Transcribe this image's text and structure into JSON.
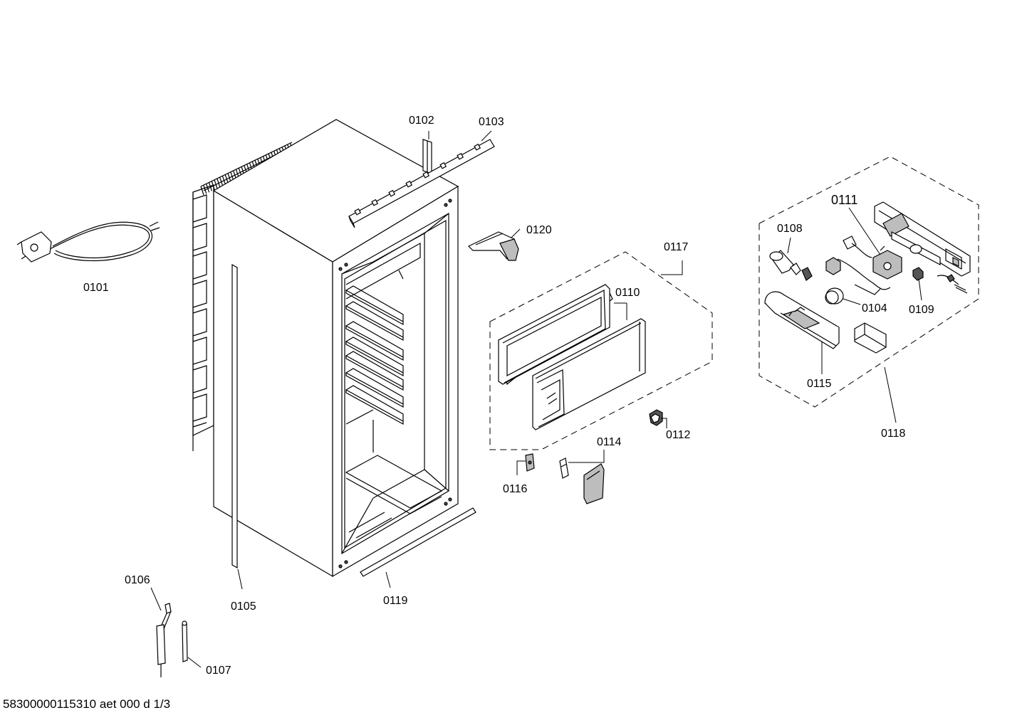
{
  "parts": {
    "p0101": "0101",
    "p0102": "0102",
    "p0103": "0103",
    "p0104": "0104",
    "p0105": "0105",
    "p0106": "0106",
    "p0107": "0107",
    "p0108": "0108",
    "p0109": "0109",
    "p0110": "0110",
    "p0111": "0111",
    "p0112": "0112",
    "p0114": "0114",
    "p0115": "0115",
    "p0116": "0116",
    "p0117": "0117",
    "p0118": "0118",
    "p0119": "0119",
    "p0120": "0120"
  },
  "footer": "58300000115310 aet 000 d 1/3"
}
